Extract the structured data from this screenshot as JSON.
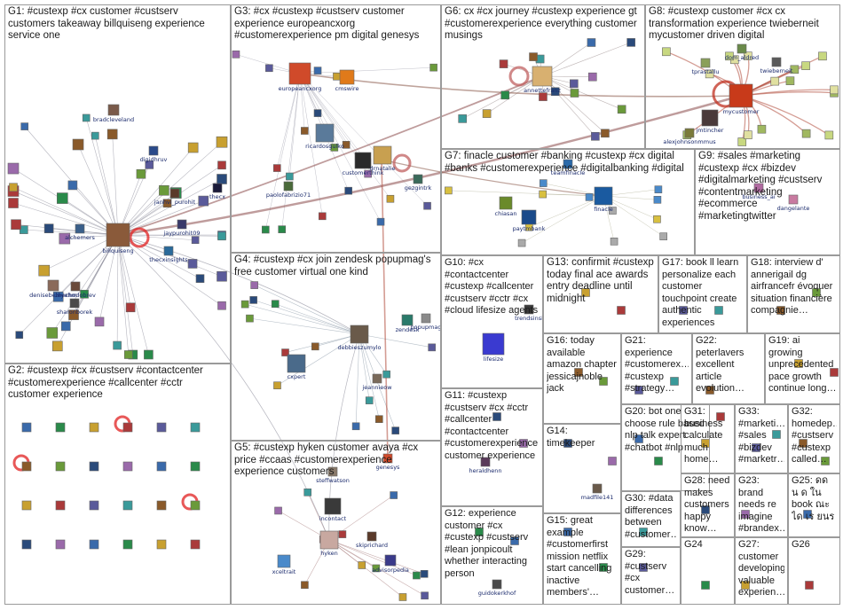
{
  "title": "",
  "groups": [
    {
      "id": "g1",
      "label": "G1: #custexp #cx customer #custserv customers takeaway billquiseng experience service one"
    },
    {
      "id": "g2",
      "label": "G2: #custexp #cx #custserv #contactcenter #customerexperience #callcenter #cctr customer experience"
    },
    {
      "id": "g3",
      "label": "G3: #cx #custexp #custserv customer experience europeancxorg #customerexperience pm digital genesys"
    },
    {
      "id": "g4",
      "label": "G4: #custexp #cx join zendesk popupmag's free customer virtual one kind"
    },
    {
      "id": "g5",
      "label": "G5: #custexp hyken customer avaya #cx price #ccaas #customerexperience experience customers"
    },
    {
      "id": "g6",
      "label": "G6: cx #cx journey #custexp experience gt #customerexperience everything customer musings"
    },
    {
      "id": "g7",
      "label": "G7: finacle customer #banking #custexp #cx digital #banks #customerexperience #digitalbanking #digital"
    },
    {
      "id": "g8",
      "label": "G8: #custexp customer #cx cx transformation experience twieberneit mycustomer driven digital"
    },
    {
      "id": "g9",
      "label": "G9: #sales #marketing #custexp #cx #bizdev #digitalmarketing #custserv #contentmarketing #ecommerce #marketingtwitter"
    },
    {
      "id": "g10",
      "label": "G10: #cx #contactcenter #custexp #callcenter #custserv #cctr #cx #cloud lifesize agents"
    },
    {
      "id": "g11",
      "label": "G11: #custexp #custserv #cx #cctr #callcenter #contactcenter #customerexperience customer experience"
    },
    {
      "id": "g12",
      "label": "G12: experience customer #cx #custexp #custserv #lean jonpicoult whether interacting person"
    },
    {
      "id": "g13",
      "label": "G13: confirmit #custexp today final ace awards entry deadline until midnight"
    },
    {
      "id": "g14",
      "label": "G14: timekeeper"
    },
    {
      "id": "g15",
      "label": "G15: great example #customerfirst mission netflix start cancelling inactive members'…"
    },
    {
      "id": "g16",
      "label": "G16: today available amazon chapter jessicajnoble jack"
    },
    {
      "id": "g17",
      "label": "G17: book ll learn personalize each customer touchpoint create authentic experiences"
    },
    {
      "id": "g18",
      "label": "G18: interview d' annerigail dg airfrancefr évoquer situation financière compagnie…"
    },
    {
      "id": "g19",
      "label": "G19: ai growing unprecedented pace growth continue long…"
    },
    {
      "id": "g20",
      "label": "G20: bot one choose rule based nlp talk expert #chatbot #nlp"
    },
    {
      "id": "g21",
      "label": "G21: experience #customerex… #custexp #strategy…"
    },
    {
      "id": "g22",
      "label": "G22: peterlavers excellent article evolution…"
    },
    {
      "id": "g23",
      "label": "G23: brand needs re imagine #brandex…"
    },
    {
      "id": "g24",
      "label": "G24"
    },
    {
      "id": "g25",
      "label": "G25: ดด น ด ใน book ณะ ได เร ยนร"
    },
    {
      "id": "g26",
      "label": "G26"
    },
    {
      "id": "g27",
      "label": "G27: customer developing valuable experien…"
    },
    {
      "id": "g28",
      "label": "G28: need makes customers happy know…"
    },
    {
      "id": "g29",
      "label": "G29: #custserv #cx customer…"
    },
    {
      "id": "g30",
      "label": "G30: #data differences between #customer…"
    },
    {
      "id": "g31",
      "label": "G31: business calculate much home…"
    },
    {
      "id": "g32",
      "label": "G32: homedep… #custserv #custexp called…"
    },
    {
      "id": "g33",
      "label": "G33: #marketi… #sales #bizdev #marketr…"
    }
  ],
  "nodes": [
    {
      "id": "billquiseng",
      "label": "billquiseng",
      "color": "#8a5a3a"
    },
    {
      "id": "alchemers",
      "label": "alchemers",
      "color": "#3a5f8a"
    },
    {
      "id": "bradcleveland",
      "label": "bradcleveland",
      "color": "#7a5a4a"
    },
    {
      "id": "digidhruv",
      "label": "digidhruv",
      "color": "#2a4a8a"
    },
    {
      "id": "janhvi_purohit",
      "label": "janhvi_purohit",
      "color": "#5a3a2a"
    },
    {
      "id": "jaypurohit09",
      "label": "jaypurohit09",
      "color": "#3a3a6a"
    },
    {
      "id": "thecxinsights",
      "label": "thecxinsights",
      "color": "#2a6a9a"
    },
    {
      "id": "zhechodobrev",
      "label": "zhechodobrev",
      "color": "#6a4a3a"
    },
    {
      "id": "denisebeleyehm",
      "label": "denisebeleyehm",
      "color": "#8a6a5a"
    },
    {
      "id": "sharonborek",
      "label": "sharonborek",
      "color": "#4a4a4a"
    },
    {
      "id": "thecx",
      "label": "thecx",
      "color": "#1a1a3a"
    },
    {
      "id": "europeancxorg",
      "label": "europeancxorg",
      "color": "#d04a2a"
    },
    {
      "id": "cmswire",
      "label": "cmswire",
      "color": "#e07a1a"
    },
    {
      "id": "ricardosgulko",
      "label": "ricardosgulko",
      "color": "#5a7a9a"
    },
    {
      "id": "paolofabrizio71",
      "label": "paolofabrizio71",
      "color": "#4a6a3a"
    },
    {
      "id": "customerthink",
      "label": "customerthink",
      "color": "#2a2a2a"
    },
    {
      "id": "drnatalie",
      "label": "drnatalie",
      "color": "#c8a050"
    },
    {
      "id": "gezgintrk",
      "label": "gezgintrk",
      "color": "#3a6a5a"
    },
    {
      "id": "annettefranz",
      "label": "annettefranz",
      "color": "#d8b070"
    },
    {
      "id": "mycustomer",
      "label": "mycustomer",
      "color": "#c83a1a"
    },
    {
      "id": "jmtincher",
      "label": "jmtincher",
      "color": "#4a3a3a"
    },
    {
      "id": "tprastallu",
      "label": "tprastallu",
      "color": "#8aa05a"
    },
    {
      "id": "dom_aldred",
      "label": "dom_aldred",
      "color": "#6a8a4a"
    },
    {
      "id": "twieberneit",
      "label": "twieberneit",
      "color": "#5a5a5a"
    },
    {
      "id": "alexjohnsonmmus",
      "label": "alexjohnsonmmus",
      "color": "#7a7a3a"
    },
    {
      "id": "teamfinacle",
      "label": "teamfinacle",
      "color": "#2a6aaa"
    },
    {
      "id": "infosysfinacle",
      "label": "finacle",
      "color": "#1a5aa0"
    },
    {
      "id": "paytmbank",
      "label": "paytmbank",
      "color": "#1a4a8a"
    },
    {
      "id": "chiasanlead",
      "label": "chiasan",
      "color": "#6a8a2a"
    },
    {
      "id": "dangelante",
      "label": "dangelante",
      "color": "#c87aa0"
    },
    {
      "id": "business_ai",
      "label": "business_ai",
      "color": "#b06aa0"
    },
    {
      "id": "debbieszumylo",
      "label": "debbieszumylo",
      "color": "#6a5a4a"
    },
    {
      "id": "cxpert",
      "label": "cxpert",
      "color": "#4a6a8a"
    },
    {
      "id": "zendesk",
      "label": "zendesk",
      "color": "#2a7a6a"
    },
    {
      "id": "popupmag",
      "label": "popupmag",
      "color": "#8a8a8a"
    },
    {
      "id": "jeannieow",
      "label": "jeannieow",
      "color": "#7a6a5a"
    },
    {
      "id": "lifesize",
      "label": "lifesize",
      "color": "#3a3ad0"
    },
    {
      "id": "trendsinsight",
      "label": "trendsinsi",
      "color": "#3a3a3a"
    },
    {
      "id": "genesys",
      "label": "genesys",
      "color": "#d04a2a"
    },
    {
      "id": "steffwatson",
      "label": "steffwatson",
      "color": "#8a7a6a"
    },
    {
      "id": "nice_incontact",
      "label": "incontact",
      "color": "#3a3a3a"
    },
    {
      "id": "hyken",
      "label": "hyken",
      "color": "#c8a8a0"
    },
    {
      "id": "skiprichard",
      "label": "skiprichard",
      "color": "#5a3a2a"
    },
    {
      "id": "advisorpedia",
      "label": "advisorpedia",
      "color": "#3a3a8a"
    },
    {
      "id": "xceltrait",
      "label": "xceltrait",
      "color": "#4a8aca"
    },
    {
      "id": "heraldhenn",
      "label": "heraldhenn",
      "color": "#5a3a5a"
    },
    {
      "id": "guidokerkhof",
      "label": "guidokerkhof",
      "color": "#4a4a4a"
    },
    {
      "id": "madfile141",
      "label": "madfile141",
      "color": "#6a5a4a"
    }
  ]
}
